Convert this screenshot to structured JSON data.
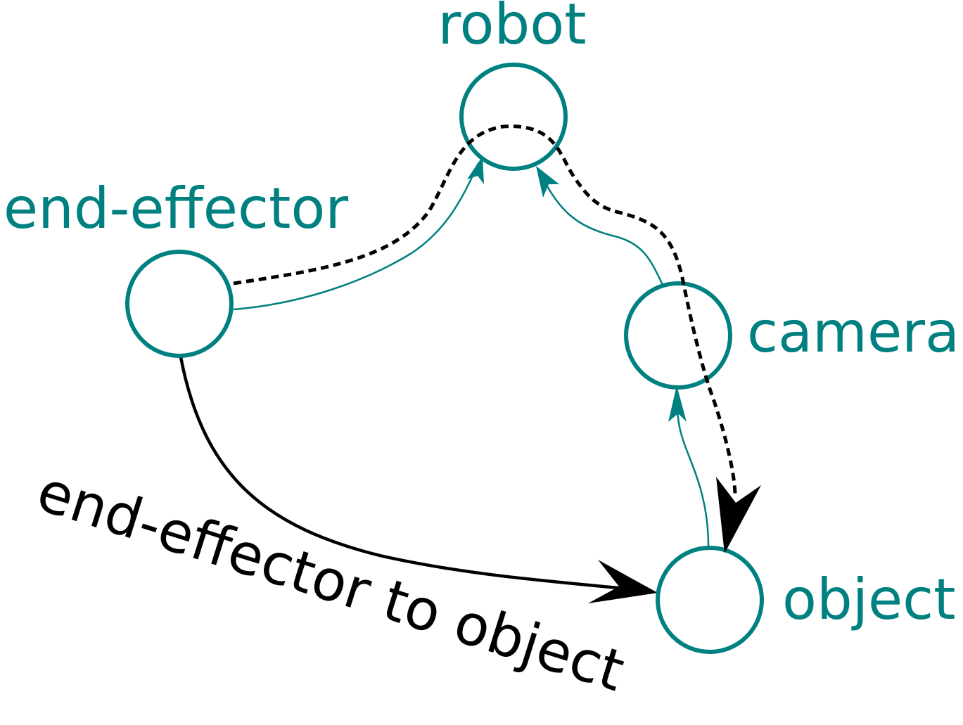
{
  "nodes": {
    "robot": "robot",
    "end_effector": "end-effector",
    "camera": "camera",
    "object": "object"
  },
  "edge_label": "end-effector to object",
  "colors": {
    "node": "#008080",
    "edge": "#000000"
  }
}
